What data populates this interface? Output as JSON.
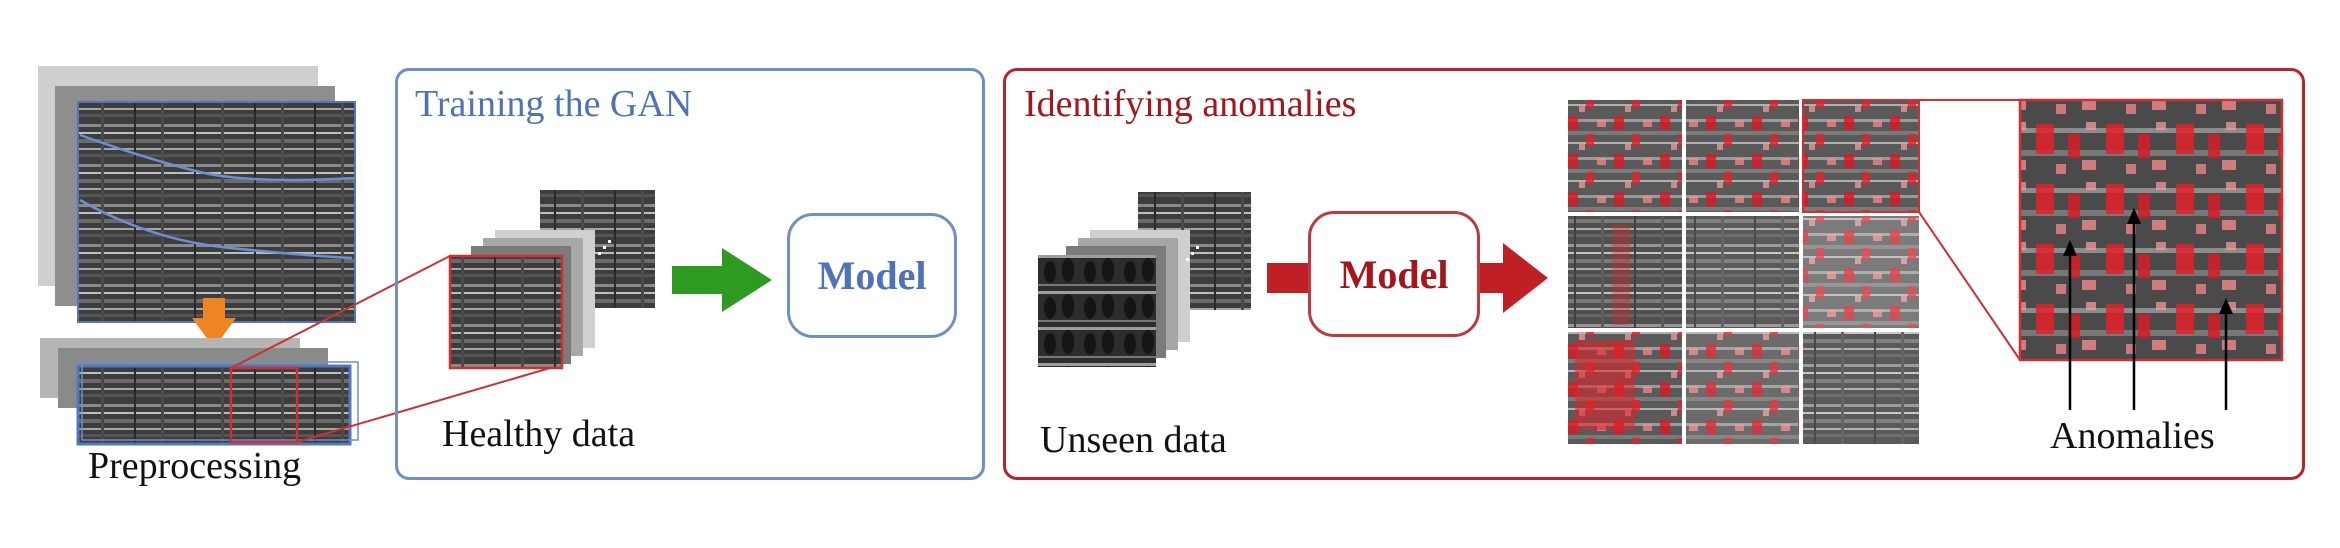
{
  "training_panel": {
    "title": "Training the GAN",
    "model_label": "Model",
    "data_caption": "Healthy data"
  },
  "anomaly_panel": {
    "title": "Identifying anomalies",
    "model_label": "Model",
    "data_caption": "Unseen data",
    "zoom_caption": "Anomalies"
  },
  "preprocessing": {
    "caption": "Preprocessing"
  },
  "colors": {
    "training_accent": "#6f8fc6",
    "anomaly_accent": "#b8242a",
    "arrow_green": "#2e9a1f",
    "arrow_orange": "#ee8422",
    "anomaly_overlay": "#e3212a"
  },
  "icons": {
    "down_arrow": "orange-down-arrow-icon",
    "train_arrow": "green-right-arrow-icon",
    "infer_arrow": "red-right-arrow-icon"
  }
}
